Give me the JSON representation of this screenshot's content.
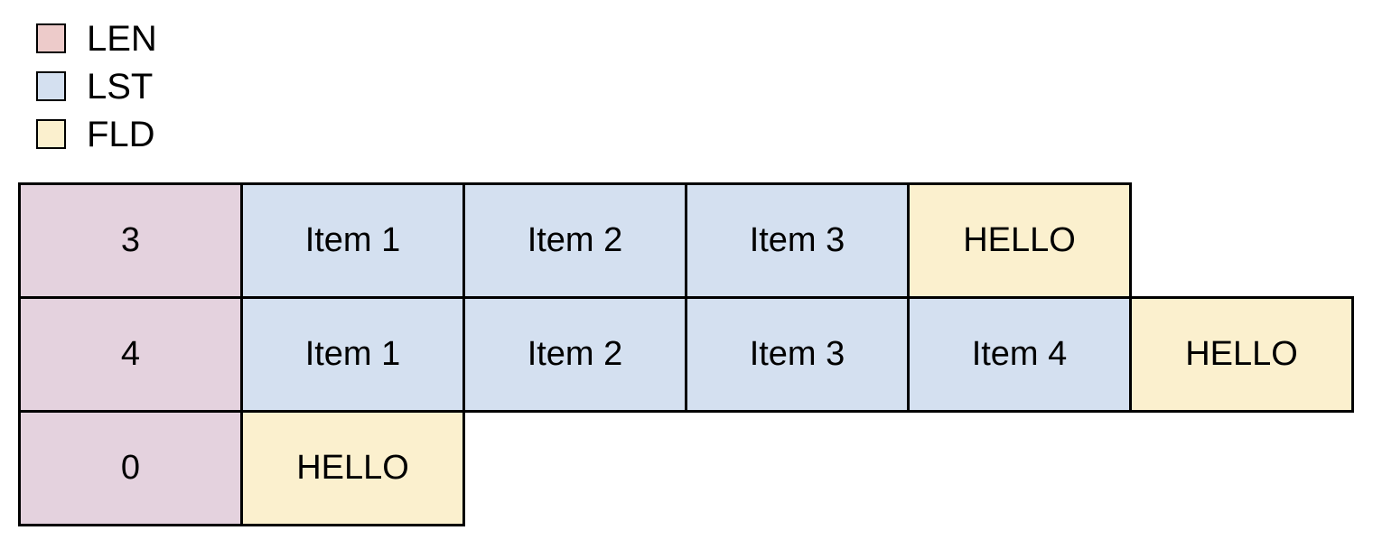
{
  "legend": {
    "items": [
      {
        "id": "len",
        "label": "LEN",
        "color": "#EDCBCA"
      },
      {
        "id": "lst",
        "label": "LST",
        "color": "#D4E0F0"
      },
      {
        "id": "fld",
        "label": "FLD",
        "color": "#FBF0CE"
      }
    ]
  },
  "diagram": {
    "cell_colors": {
      "len": "#E4D2DE",
      "lst": "#D4E0F0",
      "fld": "#FBF0CE"
    },
    "rows": [
      {
        "cells": [
          {
            "type": "len",
            "text": "3"
          },
          {
            "type": "lst",
            "text": "Item 1"
          },
          {
            "type": "lst",
            "text": "Item 2"
          },
          {
            "type": "lst",
            "text": "Item 3"
          },
          {
            "type": "fld",
            "text": "HELLO"
          }
        ]
      },
      {
        "cells": [
          {
            "type": "len",
            "text": "4"
          },
          {
            "type": "lst",
            "text": "Item 1"
          },
          {
            "type": "lst",
            "text": "Item 2"
          },
          {
            "type": "lst",
            "text": "Item 3"
          },
          {
            "type": "lst",
            "text": "Item 4"
          },
          {
            "type": "fld",
            "text": "HELLO"
          }
        ]
      },
      {
        "cells": [
          {
            "type": "len",
            "text": "0"
          },
          {
            "type": "fld",
            "text": "HELLO"
          }
        ]
      }
    ]
  }
}
